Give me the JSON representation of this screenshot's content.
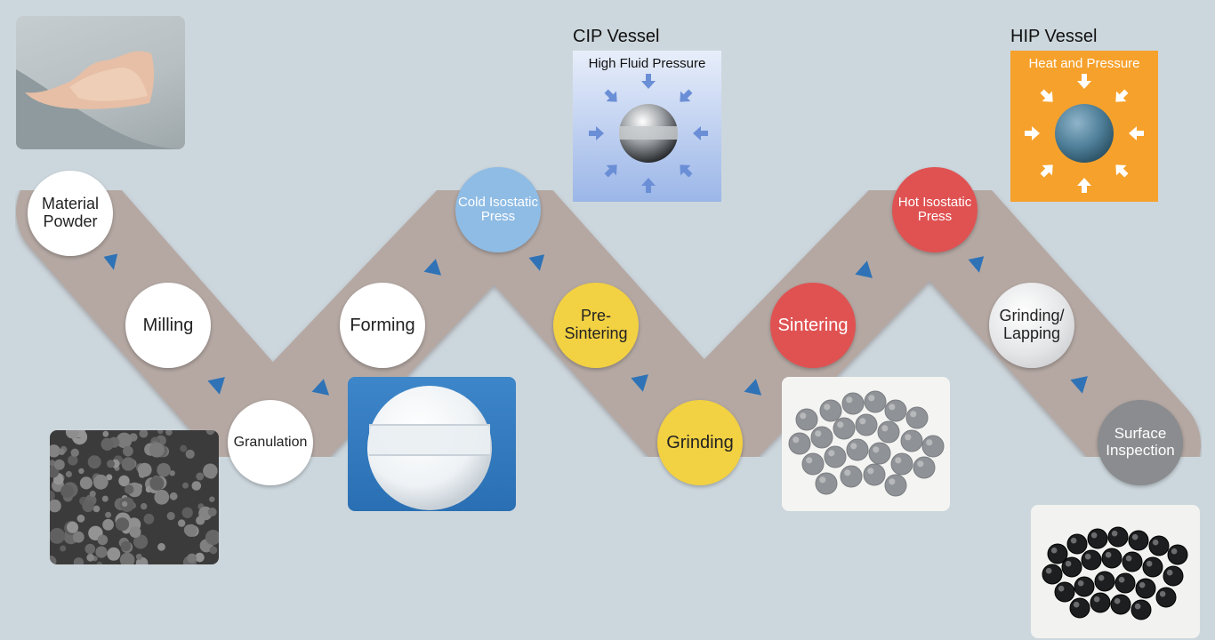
{
  "steps": {
    "material_powder": "Material\nPowder",
    "milling": "Milling",
    "granulation": "Granulation",
    "forming": "Forming",
    "cold_isostatic_press": "Cold Isostatic\nPress",
    "pre_sintering": "Pre-\nSintering",
    "grinding": "Grinding",
    "sintering": "Sintering",
    "hot_isostatic_press": "Hot Isostatic\nPress",
    "grinding_lapping": "Grinding/\nLapping",
    "surface_inspection": "Surface\nInspection"
  },
  "cip": {
    "title": "CIP Vessel",
    "subtitle": "High Fluid Pressure"
  },
  "hip": {
    "title": "HIP Vessel",
    "subtitle": "Heat and Pressure"
  },
  "colors": {
    "background": "#ccd7dd",
    "path": "#b5a8a3",
    "arrow": "#2f73b6",
    "white_node": "#ffffff",
    "blue_node": "#8fbce4",
    "yellow_node": "#f2d142",
    "red_node": "#e05252",
    "gray_node": "#8a8c8f",
    "hip_box": "#f6a12b"
  },
  "icons": [
    "pressure-arrow-icon",
    "sphere-icon"
  ]
}
